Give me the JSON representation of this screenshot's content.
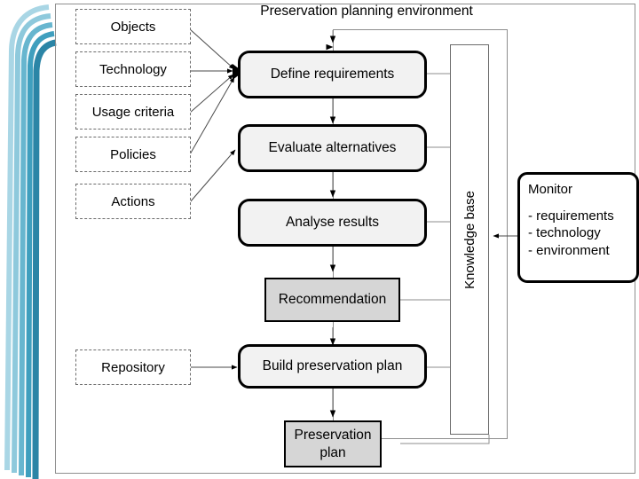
{
  "title": "Preservation planning environment",
  "colors": {
    "ribbon": [
      "#a9d6e5",
      "#8ec9dc",
      "#67b6cf",
      "#3f9fbe",
      "#2b85a6"
    ],
    "process_fill": "#f2f2f2",
    "artefact_fill": "#d6d6d6",
    "border": "#000000",
    "frame": "#8e8e8e"
  },
  "inputs": [
    {
      "id": "objects",
      "label": "Objects"
    },
    {
      "id": "technology",
      "label": "Technology"
    },
    {
      "id": "usage-criteria",
      "label": "Usage criteria"
    },
    {
      "id": "policies",
      "label": "Policies"
    },
    {
      "id": "actions",
      "label": "Actions"
    }
  ],
  "repository": {
    "id": "repository",
    "label": "Repository"
  },
  "processes": [
    {
      "id": "define-requirements",
      "label": "Define requirements"
    },
    {
      "id": "evaluate-alternatives",
      "label": "Evaluate alternatives"
    },
    {
      "id": "analyse-results",
      "label": "Analyse results"
    },
    {
      "id": "build-preservation-plan",
      "label": "Build preservation plan"
    }
  ],
  "artefacts": [
    {
      "id": "recommendation",
      "label": "Recommendation"
    },
    {
      "id": "preservation-plan",
      "line1": "Preservation",
      "line2": "plan"
    }
  ],
  "knowledge_base": {
    "id": "knowledge-base",
    "label": "Knowledge base"
  },
  "monitor": {
    "title": "Monitor",
    "items": [
      "- requirements",
      "- technology",
      "- environment"
    ]
  }
}
